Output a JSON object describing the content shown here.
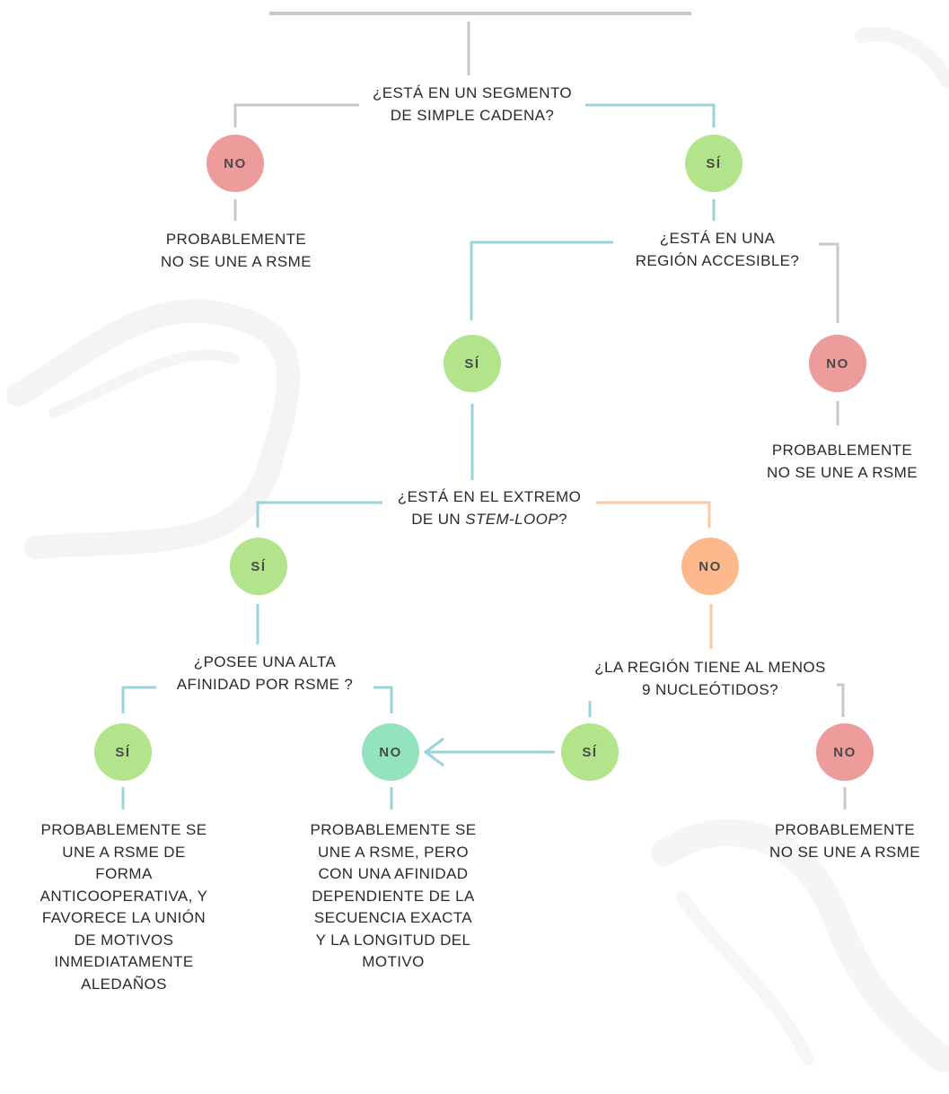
{
  "colors": {
    "line_gray": "#c8c8c8",
    "line_teal": "#9bd3da",
    "line_orange": "#fdc9a4",
    "node_no_red": "#ed9b9b",
    "node_si_green": "#b2e48c",
    "node_no_orange": "#fdb98c",
    "node_no_teal": "#93e3bf"
  },
  "labels": {
    "yes": "SÍ",
    "no": "NO"
  },
  "questions": {
    "q1": {
      "line1": "¿ESTÁ EN UN SEGMENTO",
      "line2": "DE SIMPLE CADENA?"
    },
    "q2": {
      "line1": "¿ESTÁ EN UNA",
      "line2": "REGIÓN ACCESIBLE?"
    },
    "q3": {
      "line1": "¿ESTÁ EN EL EXTREMO",
      "line2_prefix": "DE UN ",
      "line2_italic": "STEM-LOOP",
      "line2_suffix": "?"
    },
    "q4": {
      "line1": "¿POSEE UNA ALTA",
      "line2": "AFINIDAD POR RSME ?"
    },
    "q5": {
      "line1": "¿LA REGIÓN TIENE AL MENOS",
      "line2": "9 NUCLEÓTIDOS?"
    }
  },
  "results": {
    "r1": [
      "PROBABLEMENTE",
      "NO SE UNE A RSME"
    ],
    "r2": [
      "PROBABLEMENTE",
      "NO SE UNE A RSME"
    ],
    "r3": [
      "PROBABLEMENTE SE",
      "UNE A RSME DE",
      "FORMA",
      "ANTICOOPERATIVA, Y",
      "FAVORECE LA UNIÓN",
      "DE MOTIVOS",
      "INMEDIATAMENTE",
      "ALEDAÑOS"
    ],
    "r4": [
      "PROBABLEMENTE SE",
      "UNE A RSME, PERO",
      "CON UNA AFINIDAD",
      "DEPENDIENTE DE LA",
      "SECUENCIA EXACTA",
      "Y LA LONGITUD DEL",
      "MOTIVO"
    ],
    "r5": [
      "PROBABLEMENTE",
      "NO SE UNE A RSME"
    ]
  }
}
